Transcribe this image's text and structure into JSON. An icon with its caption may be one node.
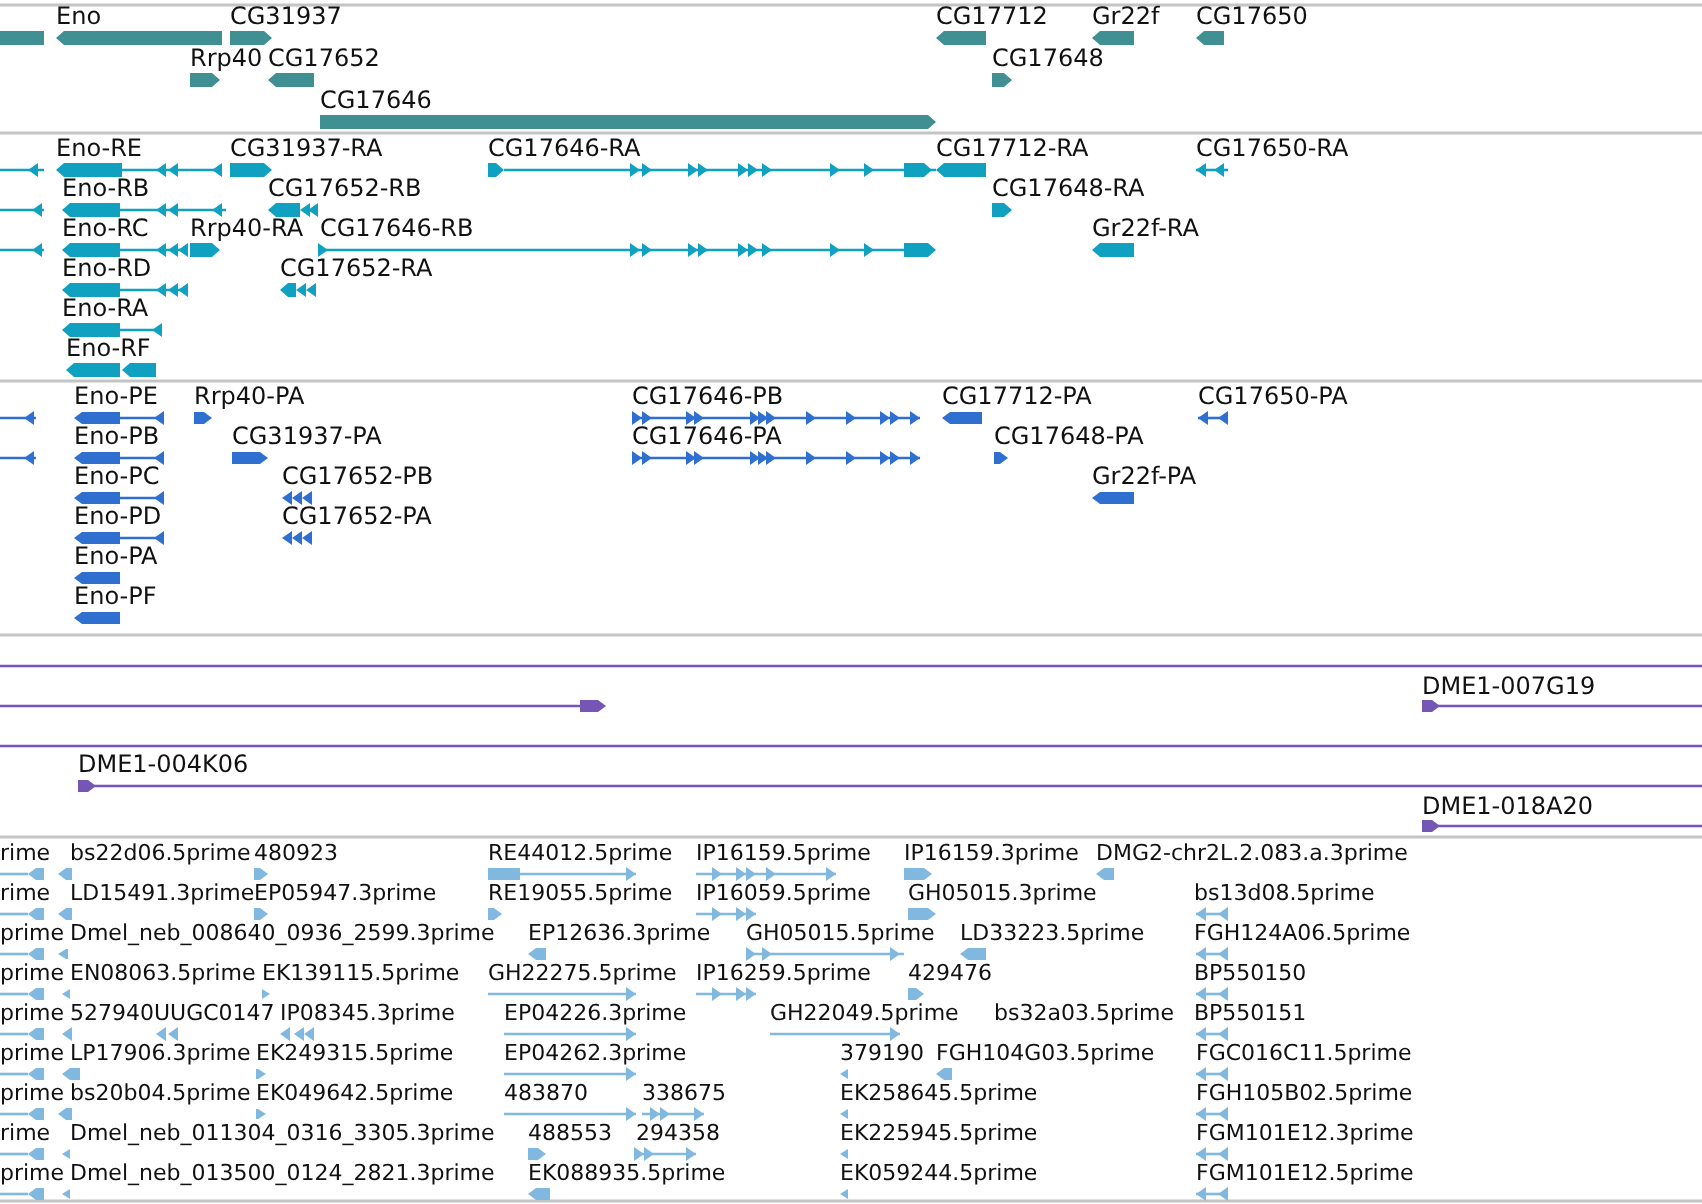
{
  "diagram": {
    "labels": [
      "Eno",
      "CG31937",
      "CG17712",
      "Gr22f",
      "CG17650",
      "Rrp40",
      "CG17652",
      "CG17648",
      "CG17646",
      "Eno-RE",
      "CG31937-RA",
      "CG17646-RA",
      "CG17712-RA",
      "CG17650-RA",
      "Eno-RB",
      "CG17652-RB",
      "CG17648-RA",
      "Eno-RC",
      "Rrp40-RA",
      "CG17646-RB",
      "Gr22f-RA",
      "Eno-RD",
      "CG17652-RA",
      "Eno-RA",
      "Eno-RF",
      "Eno-PE",
      "Rrp40-PA",
      "CG17646-PB",
      "CG17712-PA",
      "CG17650-PA",
      "Eno-PB",
      "CG31937-PA",
      "CG17646-PA",
      "CG17648-PA",
      "Eno-PC",
      "CG17652-PB",
      "Gr22f-PA",
      "Eno-PD",
      "CG17652-PA",
      "Eno-PA",
      "Eno-PF",
      "DME1-007G19",
      "DME1-004K06",
      "DME1-018A20",
      "rime",
      "bs22d06.5prime",
      "480923",
      "RE44012.5prime",
      "IP16159.5prime",
      "IP16159.3prime",
      "DMG2-chr2L.2.083.a.3prime",
      "rime",
      "LD15491.3prime",
      "EP05947.3prime",
      "RE19055.5prime",
      "IP16059.5prime",
      "GH05015.3prime",
      "bs13d08.5prime",
      "prime",
      "Dmel_neb_008640_0936_2599.3prime",
      "EP12636.3prime",
      "GH05015.5prime",
      "LD33223.5prime",
      "FGH124A06.5prime",
      "prime",
      "EN08063.5prime",
      "EK139115.5prime",
      "GH22275.5prime",
      "IP16259.5prime",
      "429476",
      "BP550150",
      "prime",
      "527940",
      "UUGC0147",
      "IP08345.3prime",
      "EP04226.3prime",
      "GH22049.5prime",
      "bs32a03.5prime",
      "BP550151",
      "prime",
      "LP17906.3prime",
      "EK249315.5prime",
      "EP04262.3prime",
      "379190",
      "FGH104G03.5prime",
      "FGC016C11.5prime",
      "prime",
      "bs20b04.5prime",
      "EK049642.5prime",
      "483870",
      "338675",
      "EK258645.5prime",
      "FGH105B02.5prime",
      "rime",
      "Dmel_neb_011304_0316_3305.3prime",
      "488553",
      "294358",
      "EK225945.5prime",
      "FGM101E12.3prime",
      "prime",
      "Dmel_neb_013500_0124_2821.3prime",
      "EK088935.5prime",
      "EK059244.5prime",
      "FGM101E12.5prime"
    ]
  }
}
